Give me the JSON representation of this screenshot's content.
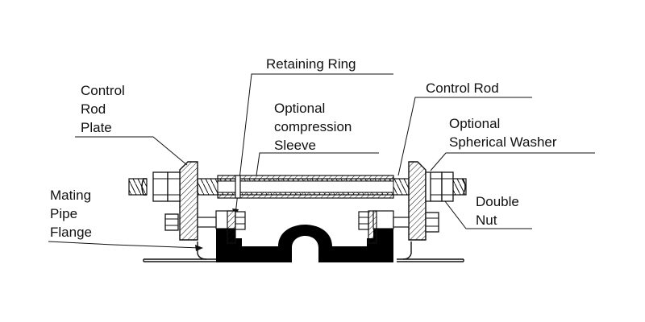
{
  "labels": {
    "retaining_ring": "Retaining Ring",
    "control_rod_plate": [
      "Control",
      "Rod",
      "Plate"
    ],
    "optional_sleeve": [
      "Optional",
      "compression",
      "Sleeve"
    ],
    "control_rod": "Control Rod",
    "optional_washer": [
      "Optional",
      "Spherical Washer"
    ],
    "mating_flange": [
      "Mating",
      "Pipe",
      "Flange"
    ],
    "double_nut": [
      "Double",
      "Nut"
    ]
  },
  "colors": {
    "line": "#111111",
    "fill_dark": "#000000",
    "background": "#ffffff"
  }
}
